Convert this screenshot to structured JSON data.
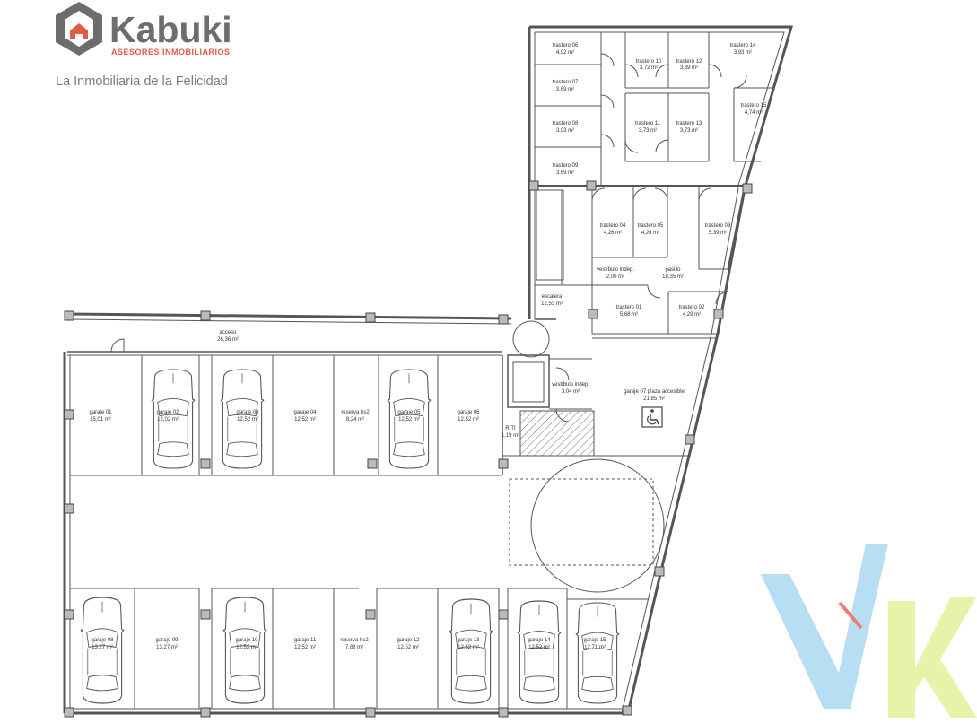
{
  "brand": {
    "name": "Kabuki",
    "subtitle": "ASESORES INMOBILIARIOS",
    "tagline": "La Inmobiliaria de la Felicidad",
    "primary_color": "#6d6d6d",
    "accent_color": "#e05a48"
  },
  "watermark": {
    "text": "VK",
    "colors": [
      "#7ec3e8",
      "#d8ee7a",
      "#e86a5a"
    ]
  },
  "rooms": {
    "trastero06": {
      "name": "trastero 06",
      "area": "4,92 m²"
    },
    "trastero10": {
      "name": "trastero 10",
      "area": "3,72 m²"
    },
    "trastero12": {
      "name": "trastero 12",
      "area": "3,69 m²"
    },
    "trastero14": {
      "name": "trastero 14",
      "area": "3,93 m²"
    },
    "trastero07": {
      "name": "trastero 07",
      "area": "3,69 m²"
    },
    "trastero15": {
      "name": "trastero 15",
      "area": "4,74 m²"
    },
    "trastero08": {
      "name": "trastero 08",
      "area": "3,93 m²"
    },
    "trastero11": {
      "name": "trastero 11",
      "area": "3,73 m²"
    },
    "trastero13": {
      "name": "trastero 13",
      "area": "3,73 m²"
    },
    "trastero09": {
      "name": "trastero 09",
      "area": "3,69 m²"
    },
    "trastero04": {
      "name": "trastero 04",
      "area": "4,26 m²"
    },
    "trastero05": {
      "name": "trastero 05",
      "area": "4,26 m²"
    },
    "trastero03": {
      "name": "trastero 03",
      "area": "5,39 m²"
    },
    "vestibulo1": {
      "name": "vestíbulo indep.",
      "area": "2,00 m²"
    },
    "pasillo": {
      "name": "pasillo",
      "area": "18,35 m²"
    },
    "escalera": {
      "name": "escalera",
      "area": "12,53 m²"
    },
    "trastero01": {
      "name": "trastero 01",
      "area": "5,68 m²"
    },
    "trastero02": {
      "name": "trastero 02",
      "area": "4,29 m²"
    },
    "acceso": {
      "name": "acceso",
      "area": "26,36 m²"
    },
    "vestibulo2": {
      "name": "vestíbulo indep.",
      "area": "3,04 m²"
    },
    "garaje07": {
      "name": "garaje 07 plaza accesible",
      "area": "21,85 m²"
    },
    "rit": {
      "name": "RITI",
      "area": "1,19 m²"
    },
    "garaje01": {
      "name": "garaje 01",
      "area": "15,01 m²"
    },
    "garaje02": {
      "name": "garaje 02",
      "area": "12,02 m²"
    },
    "garaje03": {
      "name": "garaje 03",
      "area": "12,52 m²"
    },
    "garaje04": {
      "name": "garaje 04",
      "area": "12,52 m²"
    },
    "reservahs2a": {
      "name": "reserva hs2",
      "area": "8,24 m²"
    },
    "garaje05": {
      "name": "garaje 05",
      "area": "12,52 m²"
    },
    "garaje06": {
      "name": "garaje 06",
      "area": "12,52 m²"
    },
    "garaje08": {
      "name": "garaje 08",
      "area": "13,27 m²"
    },
    "garaje09": {
      "name": "garaje 09",
      "area": "13,27 m²"
    },
    "garaje10": {
      "name": "garaje 10",
      "area": "12,52 m²"
    },
    "garaje11": {
      "name": "garaje 11",
      "area": "12,52 m²"
    },
    "reservahs2b": {
      "name": "reserva hs2",
      "area": "7,88 m²"
    },
    "garaje12": {
      "name": "garaje 12",
      "area": "12,52 m²"
    },
    "garaje13": {
      "name": "garaje 13",
      "area": "12,52 m²"
    },
    "garaje14": {
      "name": "garaje 14",
      "area": "12,52 m²"
    },
    "garaje15": {
      "name": "garaje 15",
      "area": "12,71 m²"
    }
  }
}
